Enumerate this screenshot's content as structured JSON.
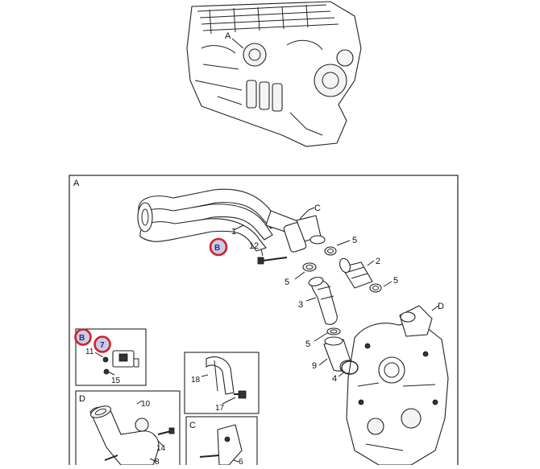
{
  "colors": {
    "line": "#222222",
    "highlight_ring": "#d0202a",
    "highlight_fill": "#c9cbe8"
  },
  "engine": {
    "label_a": "A"
  },
  "detail_a": {
    "frame_label": "A",
    "labels": {
      "c": "C",
      "d": "D",
      "p1": "1",
      "p2": "2",
      "p3": "3",
      "p4": "4",
      "p5a": "5",
      "p5b": "5",
      "p5c": "5",
      "p5d": "5",
      "p9": "9",
      "p12": "12"
    },
    "highlight_b": "B"
  },
  "inset_b": {
    "highlight_b": "B",
    "highlight_7": "7",
    "p11": "11",
    "p15": "15"
  },
  "inset_18": {
    "p18": "18",
    "p17": "17"
  },
  "inset_d": {
    "frame_label": "D",
    "p10": "10",
    "p14": "14",
    "p8": "8"
  },
  "inset_c": {
    "frame_label": "C",
    "p6": "6"
  }
}
